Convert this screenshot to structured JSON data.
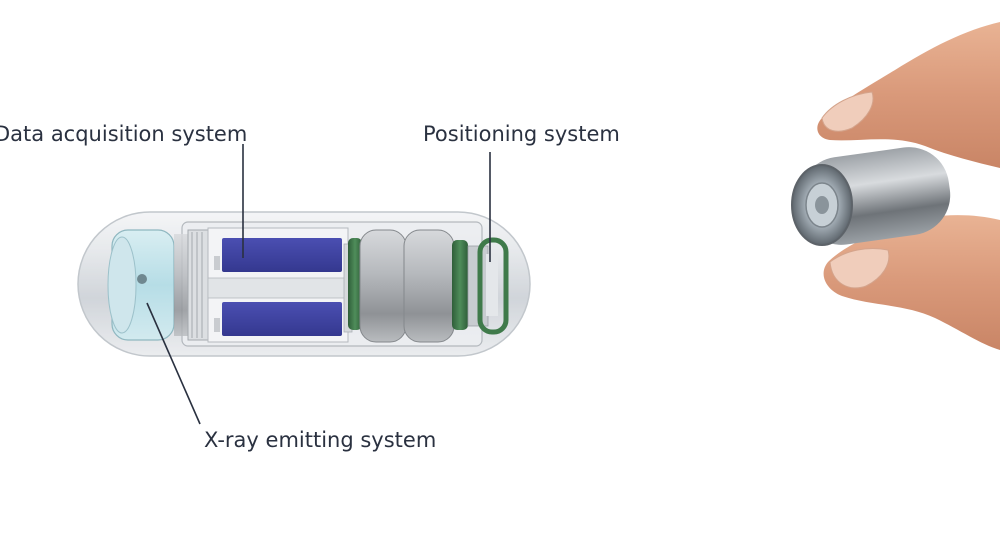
{
  "labels": {
    "data_acquisition": "Data acquisition system",
    "positioning": "Positioning system",
    "xray_emitting": "X-ray emitting system"
  },
  "icons": {
    "capsule": "capsule-cutaway-illustration",
    "hand": "hand-holding-capsule-photo"
  },
  "colors": {
    "label_text": "#2a3140",
    "leader_line": "#2a3140",
    "battery_blue": "#3b3f9e",
    "shell": "#d9dde2",
    "green_ring": "#3f7a4a",
    "skin": "#e0a484"
  }
}
